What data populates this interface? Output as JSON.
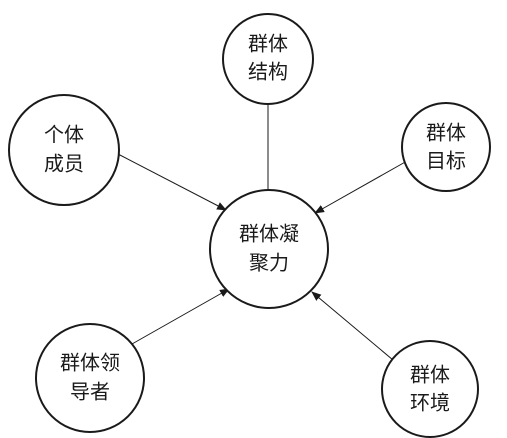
{
  "center": {
    "lines": [
      "群体凝",
      "聚力"
    ]
  },
  "nodes": [
    {
      "id": "structure",
      "lines": [
        "群体",
        "结构"
      ]
    },
    {
      "id": "member",
      "lines": [
        "个体",
        "成员"
      ]
    },
    {
      "id": "goal",
      "lines": [
        "群体",
        "目标"
      ]
    },
    {
      "id": "leader",
      "lines": [
        "群体领",
        "导者"
      ]
    },
    {
      "id": "environment",
      "lines": [
        "群体",
        "环境"
      ]
    }
  ],
  "colors": {
    "stroke": "#1a1a1a",
    "background": "#ffffff"
  }
}
